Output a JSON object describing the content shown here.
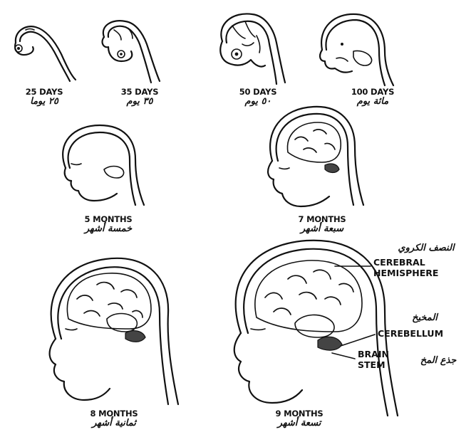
{
  "stages": [
    {
      "en": "25 DAYS",
      "ar": "٢٥ يوما"
    },
    {
      "en": "35 DAYS",
      "ar": "٣٥ يوم"
    },
    {
      "en": "50 DAYS",
      "ar": "٥٠ يوم"
    },
    {
      "en": "100 DAYS",
      "ar": "مائة يوم"
    },
    {
      "en": "5 MONTHS",
      "ar": "خمسة أشهر"
    },
    {
      "en": "7 MONTHS",
      "ar": "سبعة أشهر"
    },
    {
      "en": "8 MONTHS",
      "ar": "ثمانية أشهر"
    },
    {
      "en": "9 MONTHS",
      "ar": "تسعة أشهر"
    }
  ],
  "parts": {
    "cerebral": {
      "en_line1": "CEREBRAL",
      "en_line2": "HEMISPHERE",
      "ar": "النصف الكروي"
    },
    "cerebellum": {
      "en": "CEREBELLUM",
      "ar": "المخيخ"
    },
    "brainstem": {
      "en_line1": "BRAIN",
      "en_line2": "STEM",
      "ar": "جذع المخ"
    }
  }
}
